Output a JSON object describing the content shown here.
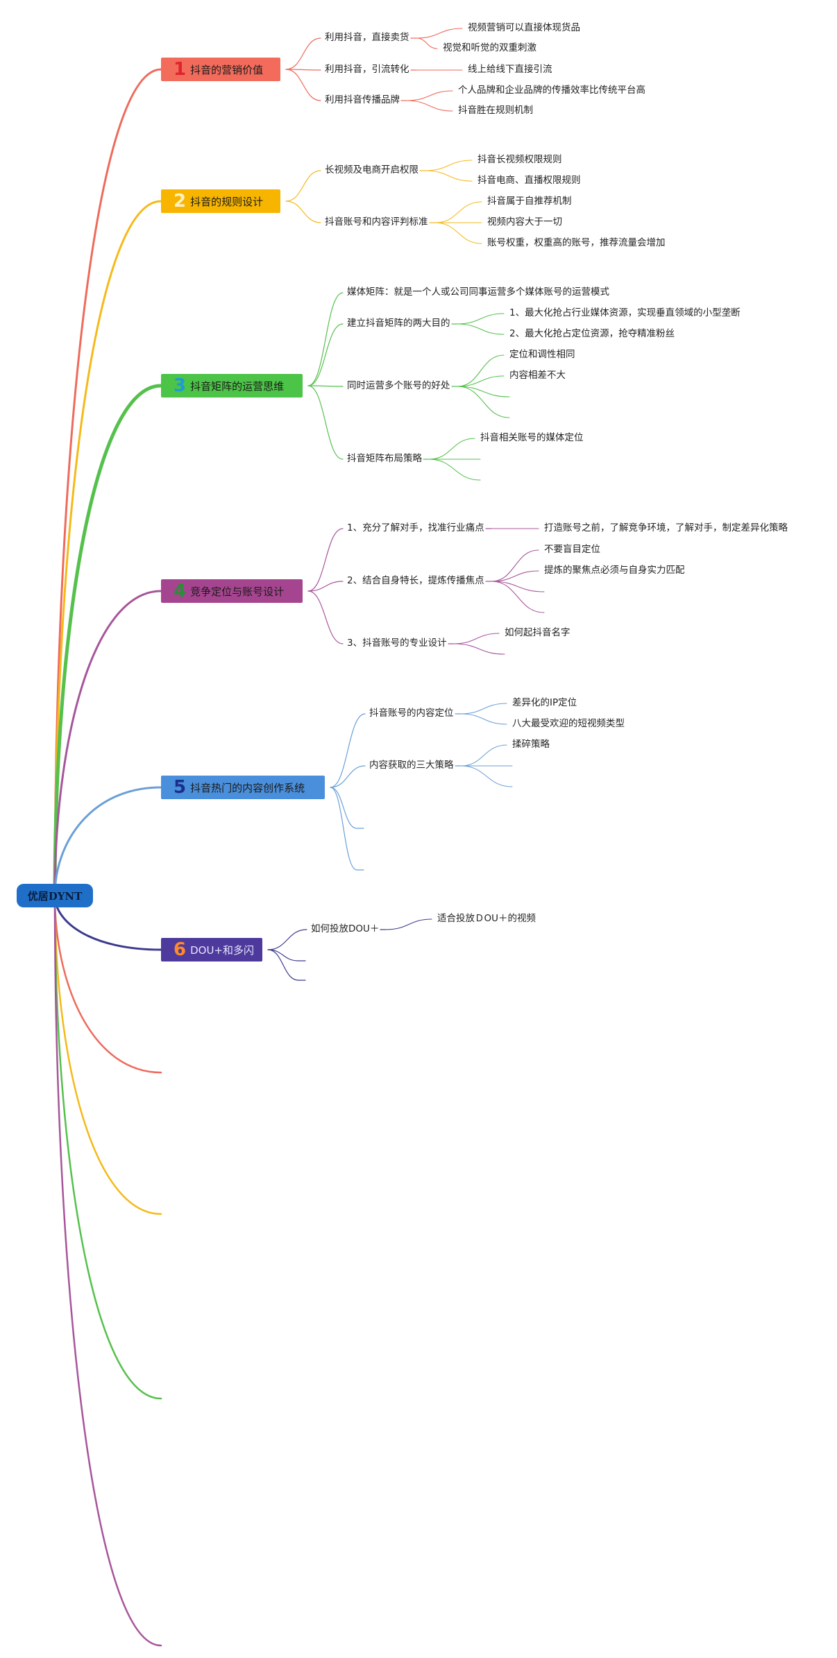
{
  "root": {
    "label": "优居DYNT",
    "color": "#1f6fc9"
  },
  "branches": [
    {
      "num": "1",
      "label": "抖音的营销价值",
      "bg": "#f26b5b",
      "num_color": "#e0242f",
      "line_color": "#ee6a5c",
      "children": [
        {
          "label": "利用抖音，直接卖货",
          "children": [
            "视频营销可以直接体现货品",
            "视觉和听觉的双重刺激"
          ]
        },
        {
          "label": "利用抖音，引流转化",
          "children": [
            "线上给线下直接引流"
          ]
        },
        {
          "label": "利用抖音传播品牌",
          "children": [
            "个人品牌和企业品牌的传播效率比传统平台高",
            "抖音胜在规则机制"
          ]
        }
      ]
    },
    {
      "num": "2",
      "label": "抖音的规则设计",
      "bg": "#f7b500",
      "num_color": "#fff0c0",
      "line_color": "#f5b918",
      "children": [
        {
          "label": "长视频及电商开启权限",
          "children": [
            "抖音长视频权限规则",
            "抖音电商、直播权限规则"
          ]
        },
        {
          "label": "抖音账号和内容评判标准",
          "children": [
            "抖音属于自推荐机制",
            "视频内容大于一切",
            "账号权重，权重高的账号，推荐流量会增加"
          ]
        }
      ]
    },
    {
      "num": "3",
      "label": "抖音矩阵的运营思维",
      "bg": "#4cc447",
      "num_color": "#1e9bd7",
      "line_color": "#55c04c",
      "children": [
        {
          "label": "媒体矩阵：就是一个人或公司同事运营多个媒体账号的运营模式",
          "children": []
        },
        {
          "label": "建立抖音矩阵的两大目的",
          "children": [
            "1、最大化抢占行业媒体资源，实现垂直领域的小型垄断",
            "2、最大化抢占定位资源，抢夺精准粉丝"
          ]
        },
        {
          "label": "同时运营多个账号的好处",
          "children": [
            "定位和调性相同",
            "内容相差不大",
            "",
            ""
          ]
        },
        {
          "label": "抖音矩阵布局策略",
          "children": [
            "抖音相关账号的媒体定位",
            "",
            ""
          ]
        }
      ]
    },
    {
      "num": "4",
      "label": "竞争定位与账号设计",
      "bg": "#a6458f",
      "num_color": "#2e8b3a",
      "line_color": "#a7559a",
      "children": [
        {
          "label": "1、充分了解对手，找准行业痛点",
          "children": [
            "打造账号之前，了解竞争环境，了解对手，制定差异化策略"
          ]
        },
        {
          "label": "2、结合自身特长，提炼传播焦点",
          "children": [
            "不要盲目定位",
            "提炼的聚焦点必须与自身实力匹配",
            "",
            ""
          ]
        },
        {
          "label": "3、抖音账号的专业设计",
          "children": [
            "如何起抖音名字",
            ""
          ]
        }
      ]
    },
    {
      "num": "5",
      "label": "抖音热门的内容创作系统",
      "bg": "#4a8fdb",
      "num_color": "#1a2f8c",
      "line_color": "#6a9fd8",
      "children": [
        {
          "label": "抖音账号的内容定位",
          "children": [
            "差异化的IP定位",
            "八大最受欢迎的短视频类型"
          ]
        },
        {
          "label": "内容获取的三大策略",
          "children": [
            "揉碎策略",
            "",
            ""
          ]
        },
        {
          "label": "",
          "children": []
        },
        {
          "label": "",
          "children": []
        }
      ]
    },
    {
      "num": "6",
      "label": "DOU+和多闪",
      "bg": "#4d3a9c",
      "num_color": "#ff8a2a",
      "line_color": "#3d3a8e",
      "children": [
        {
          "label": "如何投放DOU＋",
          "children": [
            "适合投放ＤOU＋的视频"
          ]
        },
        {
          "label": "",
          "children": []
        },
        {
          "label": "",
          "children": []
        }
      ]
    }
  ],
  "trailing_branches": [
    {
      "color": "#ee6a5c"
    },
    {
      "color": "#f5b918"
    },
    {
      "color": "#55c04c"
    },
    {
      "color": "#a7559a"
    }
  ]
}
